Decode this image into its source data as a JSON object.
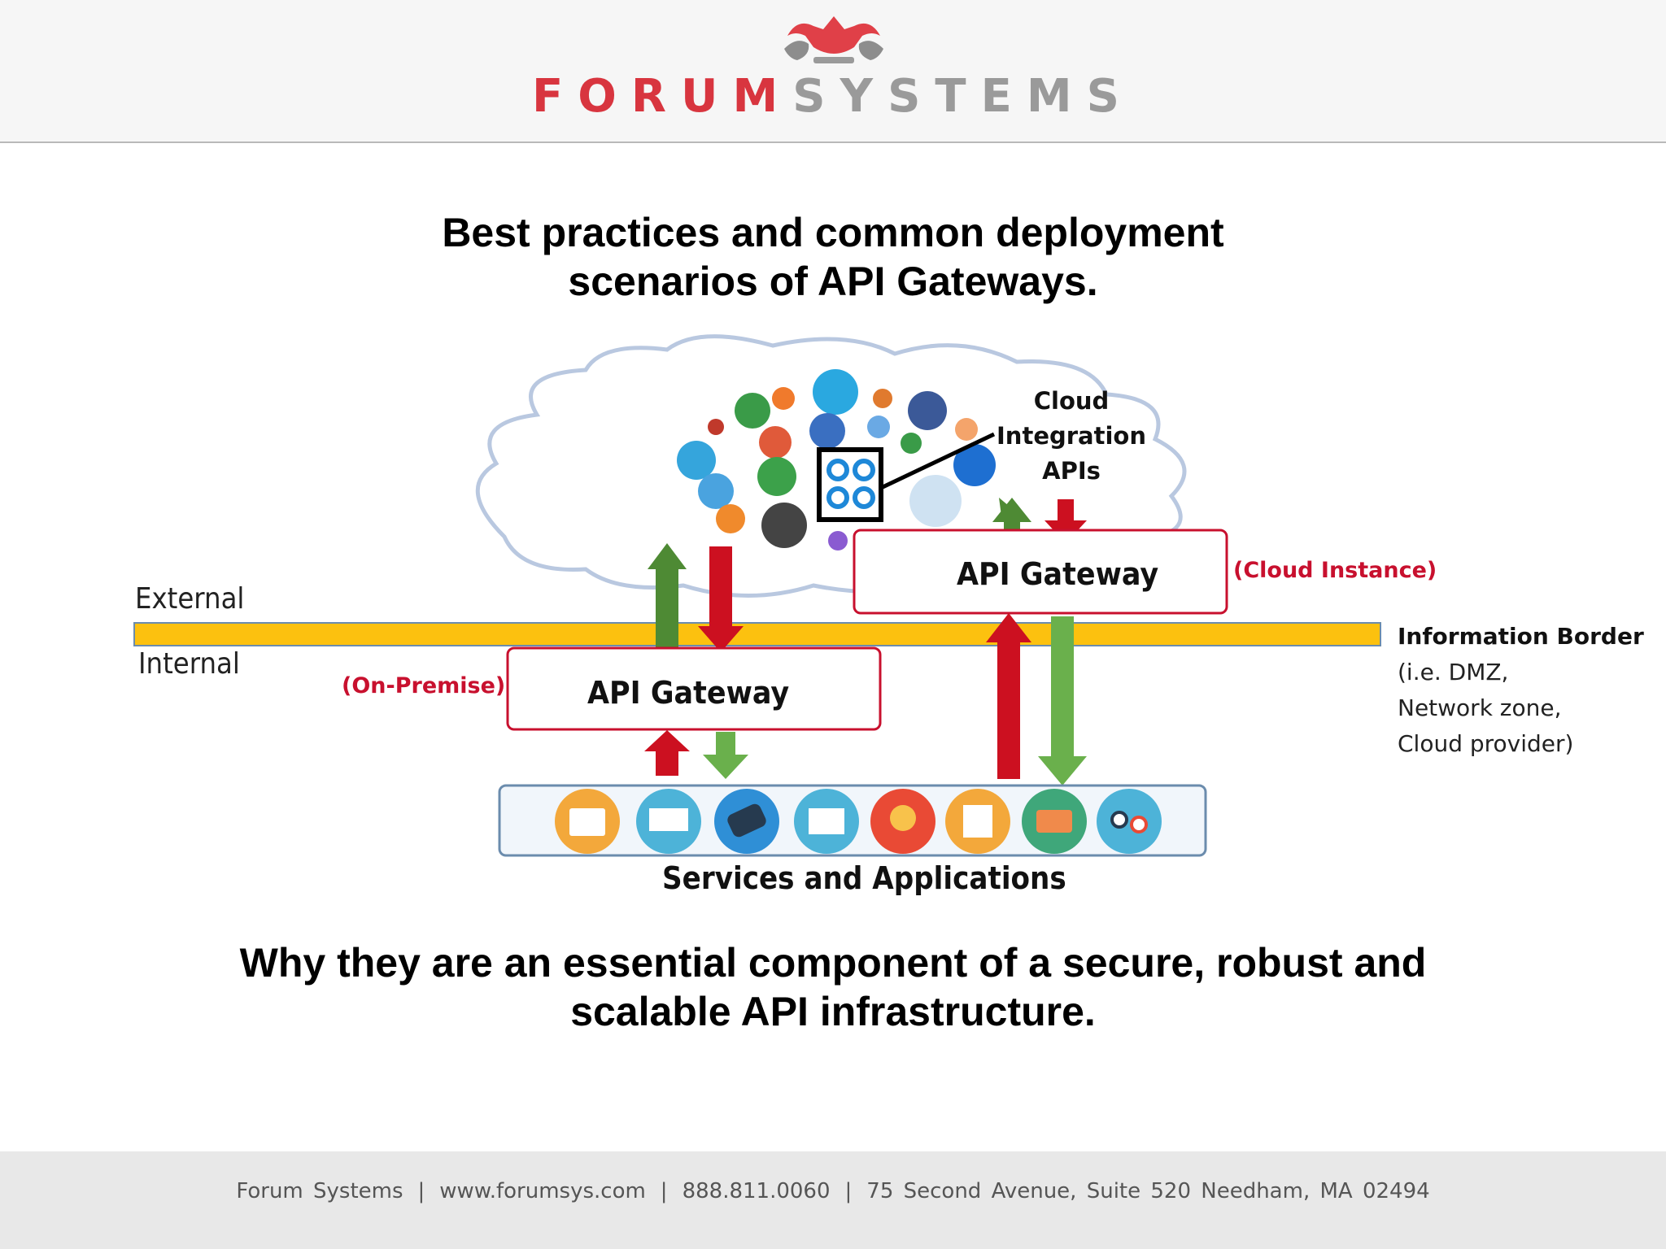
{
  "header": {
    "logo_red": "FORUM",
    "logo_gray": "SYSTEMS"
  },
  "title_top": {
    "line1": "Best practices and common deployment",
    "line2": "scenarios of API Gateways."
  },
  "diagram": {
    "cloud_label": [
      "Cloud",
      "Integration",
      "APIs"
    ],
    "zone_external": "External",
    "zone_internal": "Internal",
    "gateway_cloud_label": "API Gateway",
    "gateway_cloud_tag": "(Cloud Instance)",
    "gateway_onprem_label": "API Gateway",
    "gateway_onprem_tag": "(On-Premise)",
    "border_title": "Information Border",
    "border_lines": [
      "(i.e. DMZ,",
      "Network zone,",
      "Cloud provider)"
    ],
    "services_label": "Services and Applications",
    "colors": {
      "border_band": "#fcc10f",
      "up_arrow": "#4e8a34",
      "down_arrow": "#cc1020",
      "box_border": "#c8102e"
    }
  },
  "title_bottom": {
    "line1": "Why they are an essential component of a secure, robust and",
    "line2": "scalable API infrastructure."
  },
  "footer": {
    "company": "Forum Systems",
    "website": "www.forumsys.com",
    "phone": "888.811.0060",
    "address": "75 Second Avenue, Suite 520  Needham, MA 02494",
    "separator": "|"
  }
}
